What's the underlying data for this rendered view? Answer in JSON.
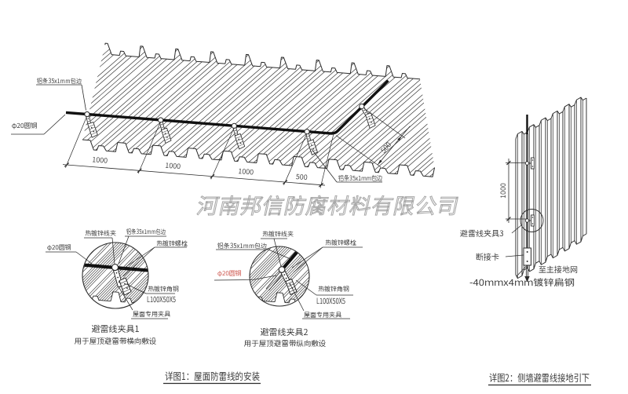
{
  "colors": {
    "ink": "#2b2b2b",
    "wire": "#111111",
    "red_label": "#c9463d",
    "watermark": "#a6a6a6",
    "background": "#ffffff"
  },
  "watermark": {
    "text": "河南邦信防腐材料有限公司"
  },
  "roof": {
    "labels": {
      "strip_top": "铝条35x1mm包边",
      "round_steel": "φ20圆钢",
      "strip_bottom": "铝条35x1mm包边"
    },
    "dimensions": {
      "spacing": [
        "1000",
        "1000",
        "1000",
        "500"
      ],
      "slope": "500"
    }
  },
  "detail1": {
    "labels": {
      "clip": "热镀锌线夹",
      "strip": "铝条35x1mm包边",
      "bolt": "热镀锌螺栓",
      "angle": "热镀锌角钢",
      "angle_size": "L100X50X5",
      "roof_clamp": "屋面专用夹具",
      "round_steel": "φ20圆钢"
    },
    "caption": "避雷线夹具1",
    "subcaption": "用于屋顶避雷带横向敷设"
  },
  "detail2": {
    "labels": {
      "clip": "热镀锌线夹",
      "strip": "铝条35x1mm包边",
      "bolt": "热镀锌螺栓",
      "angle": "热镀锌角钢",
      "angle_size": "L100X50X5",
      "roof_clamp": "屋面专用夹具",
      "round_steel": "φ20圆钢"
    },
    "caption": "避雷线夹具2",
    "subcaption": "用于屋顶避雷带纵向敷设"
  },
  "wall": {
    "labels": {
      "clamp": "避雷线夹具3",
      "disconnect": "断接卡",
      "to_ground": "至主接地网",
      "flat_steel": "-40mmx4mm镀锌扁钢"
    },
    "dimension": "1000"
  },
  "captions": {
    "detail1": "详图1：屋面防雷线的安装",
    "detail2": "详图2：侧墙避雷线接地引下"
  }
}
